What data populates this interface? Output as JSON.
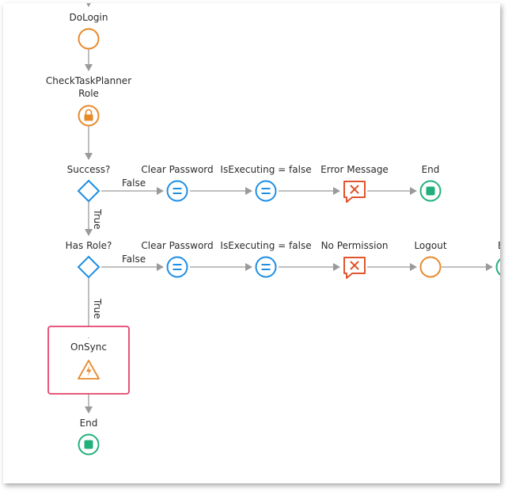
{
  "flow": {
    "nodes": {
      "dologin": "DoLogin",
      "check_role_line1": "CheckTaskPlanner",
      "check_role_line2": "Role",
      "success": "Success?",
      "clear_password_1": "Clear Password",
      "is_executing_1": "IsExecuting = false",
      "error_message": "Error Message",
      "end_1": "End",
      "has_role": "Has Role?",
      "clear_password_2": "Clear Password",
      "is_executing_2": "IsExecuting = false",
      "no_permission": "No Permission",
      "logout": "Logout",
      "end_cut": "E",
      "onsync": "OnSync",
      "end_2": "End"
    },
    "connectors": {
      "false_1": "False",
      "true_1": "True",
      "false_2": "False",
      "true_2": "True"
    },
    "colors": {
      "start_orange": "#e8892a",
      "assign_blue": "#1e8ee3",
      "end_green": "#21b07b",
      "error_red": "#e0552b",
      "selection": "#e5426b",
      "connector": "#9a9a9a"
    },
    "icons": {
      "role_check": "lock-icon",
      "onsync": "lightning-warning-icon",
      "error": "error-x-icon",
      "assign": "equals-icon"
    }
  }
}
